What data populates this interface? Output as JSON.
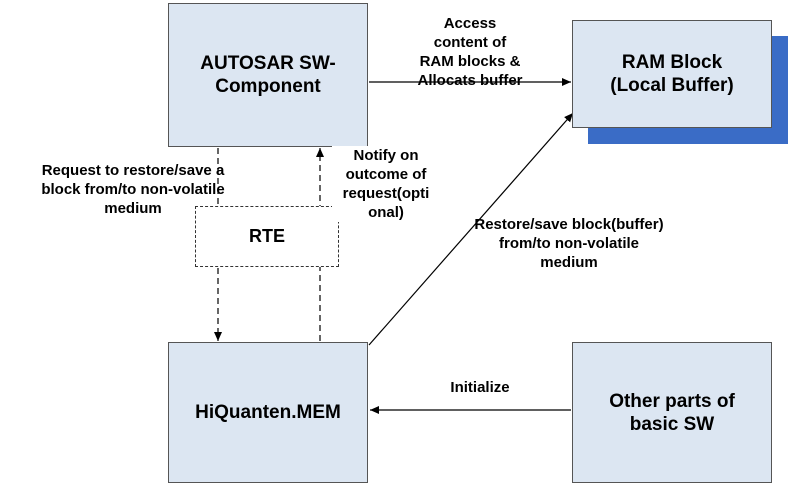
{
  "boxes": {
    "swc": "AUTOSAR SW-\nComponent",
    "ram": "RAM Block\n(Local Buffer)",
    "rte": "RTE",
    "mem": "HiQuanten.MEM",
    "other": "Other parts of\nbasic SW"
  },
  "labels": {
    "access": "Access\ncontent of\nRAM blocks &\nAllocats buffer",
    "request": "Request to restore/save a\nblock from/to non-volatile\nmedium",
    "notify": "Notify on\noutcome of\nrequest(opti\nonal)",
    "restore": "Restore/save block(buffer)\nfrom/to non-volatile\nmedium",
    "initialize": "Initialize"
  },
  "colors": {
    "box_fill": "#dce6f2",
    "ram_shadow": "#3a6cc6"
  }
}
